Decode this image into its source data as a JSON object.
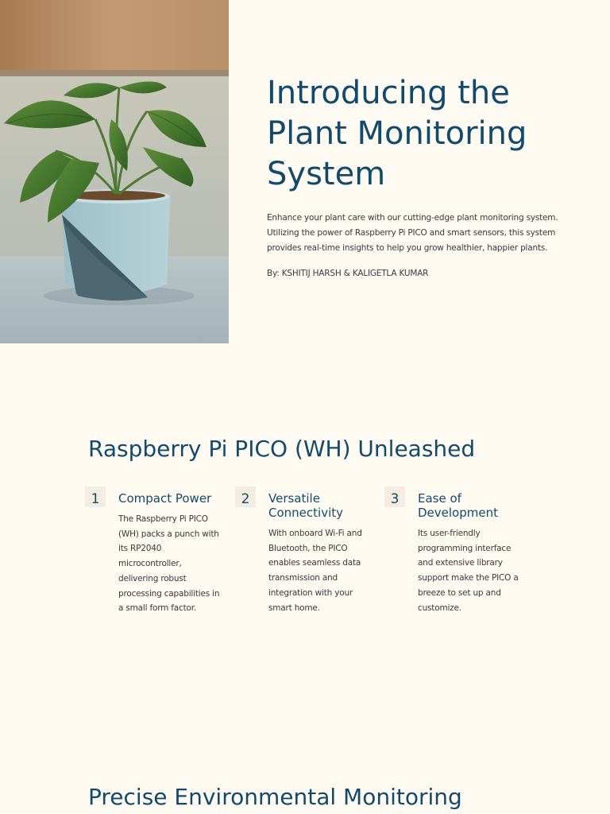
{
  "hero": {
    "title": "Introducing the Plant Monitoring System",
    "description": "Enhance your plant care with our cutting-edge plant monitoring system. Utilizing the power of Raspberry Pi PICO and smart sensors, this system provides real-time insights to help you grow healthier, happier plants.",
    "authors": "By: KSHITIJ HARSH & KALIGETLA KUMAR"
  },
  "pico_section": {
    "title": "Raspberry Pi PICO (WH) Unleashed",
    "features": [
      {
        "number": "1",
        "title": "Compact Power",
        "text": "The Raspberry Pi PICO (WH) packs a punch with its RP2040 microcontroller, delivering robust processing capabilities in a small form factor."
      },
      {
        "number": "2",
        "title": "Versatile Connectivity",
        "text": "With onboard Wi-Fi and Bluetooth, the PICO enables seamless data transmission and integration with your smart home."
      },
      {
        "number": "3",
        "title": "Ease of Development",
        "text": "Its user-friendly programming interface and extensive library support make the PICO a breeze to set up and customize."
      }
    ]
  },
  "monitoring_section": {
    "title": "Precise Environmental Monitoring"
  },
  "colors": {
    "background": "#fffbf3",
    "heading": "#124a6b",
    "body_text": "#3a3a3a",
    "number_badge": "#f3ece0"
  }
}
